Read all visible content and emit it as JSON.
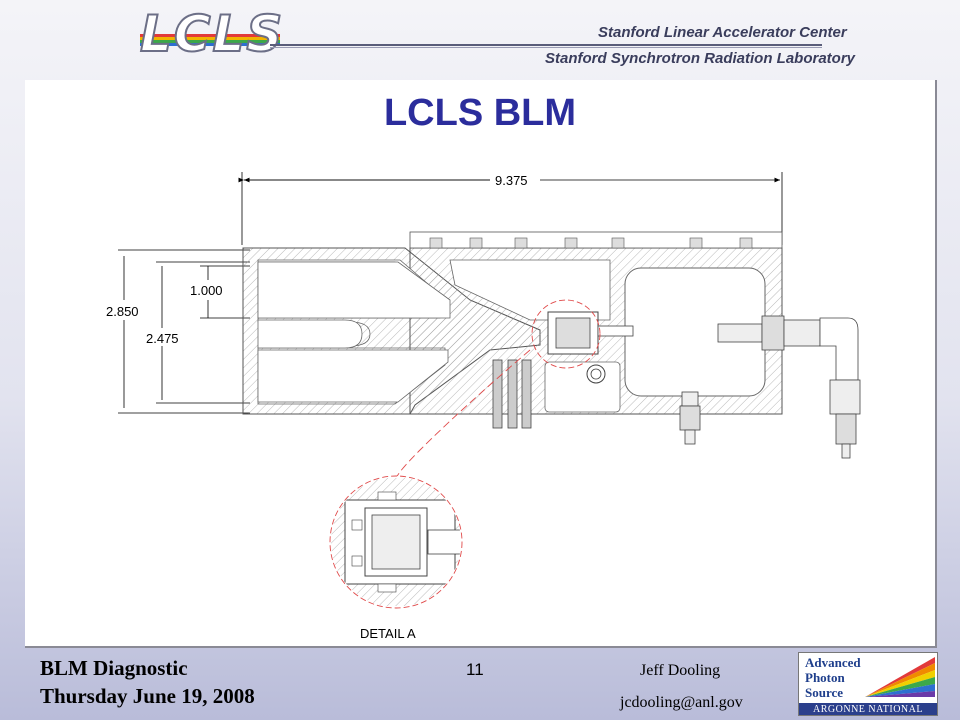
{
  "header": {
    "logo_text": "LCLS",
    "org_line1": "Stanford Linear Accelerator Center",
    "org_line2": "Stanford Synchrotron Radiation Laboratory"
  },
  "slide": {
    "title": "LCLS BLM",
    "dimensions": {
      "overall_length": "9.375",
      "height_outer": "2.850",
      "height_inner": "2.475",
      "slot_width": "1.000"
    },
    "detail_label": "DETAIL A"
  },
  "footer": {
    "left_line1": "BLM Diagnostic",
    "left_line2": "Thursday June 19, 2008",
    "page_number": "11",
    "author": "Jeff Dooling",
    "email": "jcdooling@anl.gov"
  },
  "aps_logo": {
    "line1": "Advanced",
    "line2": "Photon",
    "line3": "Source",
    "band": "ARGONNE NATIONAL LABORATORY"
  },
  "colors": {
    "title": "#2b2d9c",
    "detail_circle": "#e04a4a",
    "aps_blue": "#1f3f8c"
  }
}
